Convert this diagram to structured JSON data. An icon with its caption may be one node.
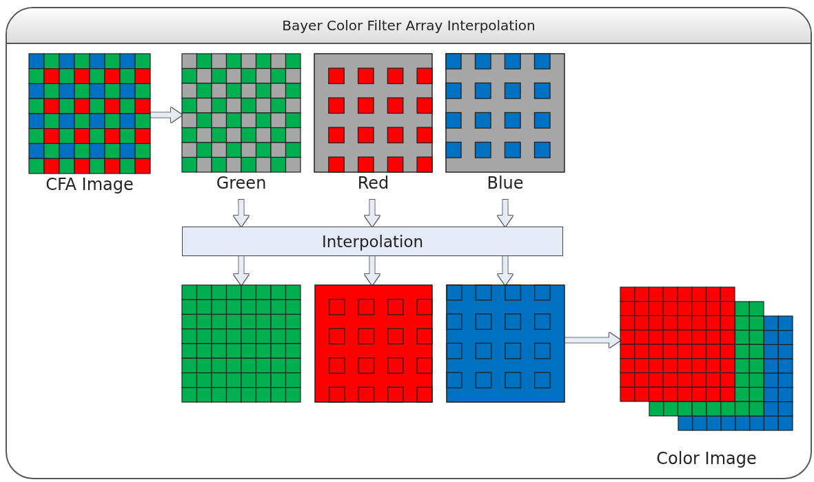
{
  "diagram": {
    "nodes": [
      {
        "text": [
          "Bayer Color Filter Array Interpolation"
        ]
      },
      {
        "text": [],
        "shape": "grid",
        "in": 0,
        "beside": [
          "CFA Image"
        ]
      },
      {
        "text": [],
        "shape": "grid",
        "in": 0,
        "beside": [
          "Green"
        ]
      },
      {
        "text": [],
        "shape": "grid",
        "in": 0,
        "beside": [
          "Red"
        ]
      },
      {
        "text": [],
        "shape": "grid",
        "in": 0,
        "beside": [
          "Blue"
        ]
      },
      {
        "text": [
          "Interpolation"
        ],
        "in": 0
      },
      {
        "text": [],
        "shape": "grid",
        "in": 0
      },
      {
        "text": [],
        "shape": "grid",
        "in": 0
      },
      {
        "text": [],
        "shape": "grid",
        "in": 0
      },
      {
        "text": [],
        "shape": "grid",
        "in": 0,
        "beside": [
          "Color Image"
        ]
      }
    ],
    "edges": [
      {
        "from": 1,
        "to": 2,
        "arrow": "to"
      },
      {
        "from": 2,
        "to": 5,
        "arrow": "to"
      },
      {
        "from": 3,
        "to": 5,
        "arrow": "to"
      },
      {
        "from": 4,
        "to": 5,
        "arrow": "to"
      },
      {
        "from": 5,
        "to": 6,
        "arrow": "to"
      },
      {
        "from": 5,
        "to": 7,
        "arrow": "to"
      },
      {
        "from": 5,
        "to": 8,
        "arrow": "to"
      },
      {
        "from": 8,
        "to": 9,
        "arrow": "to"
      }
    ]
  }
}
